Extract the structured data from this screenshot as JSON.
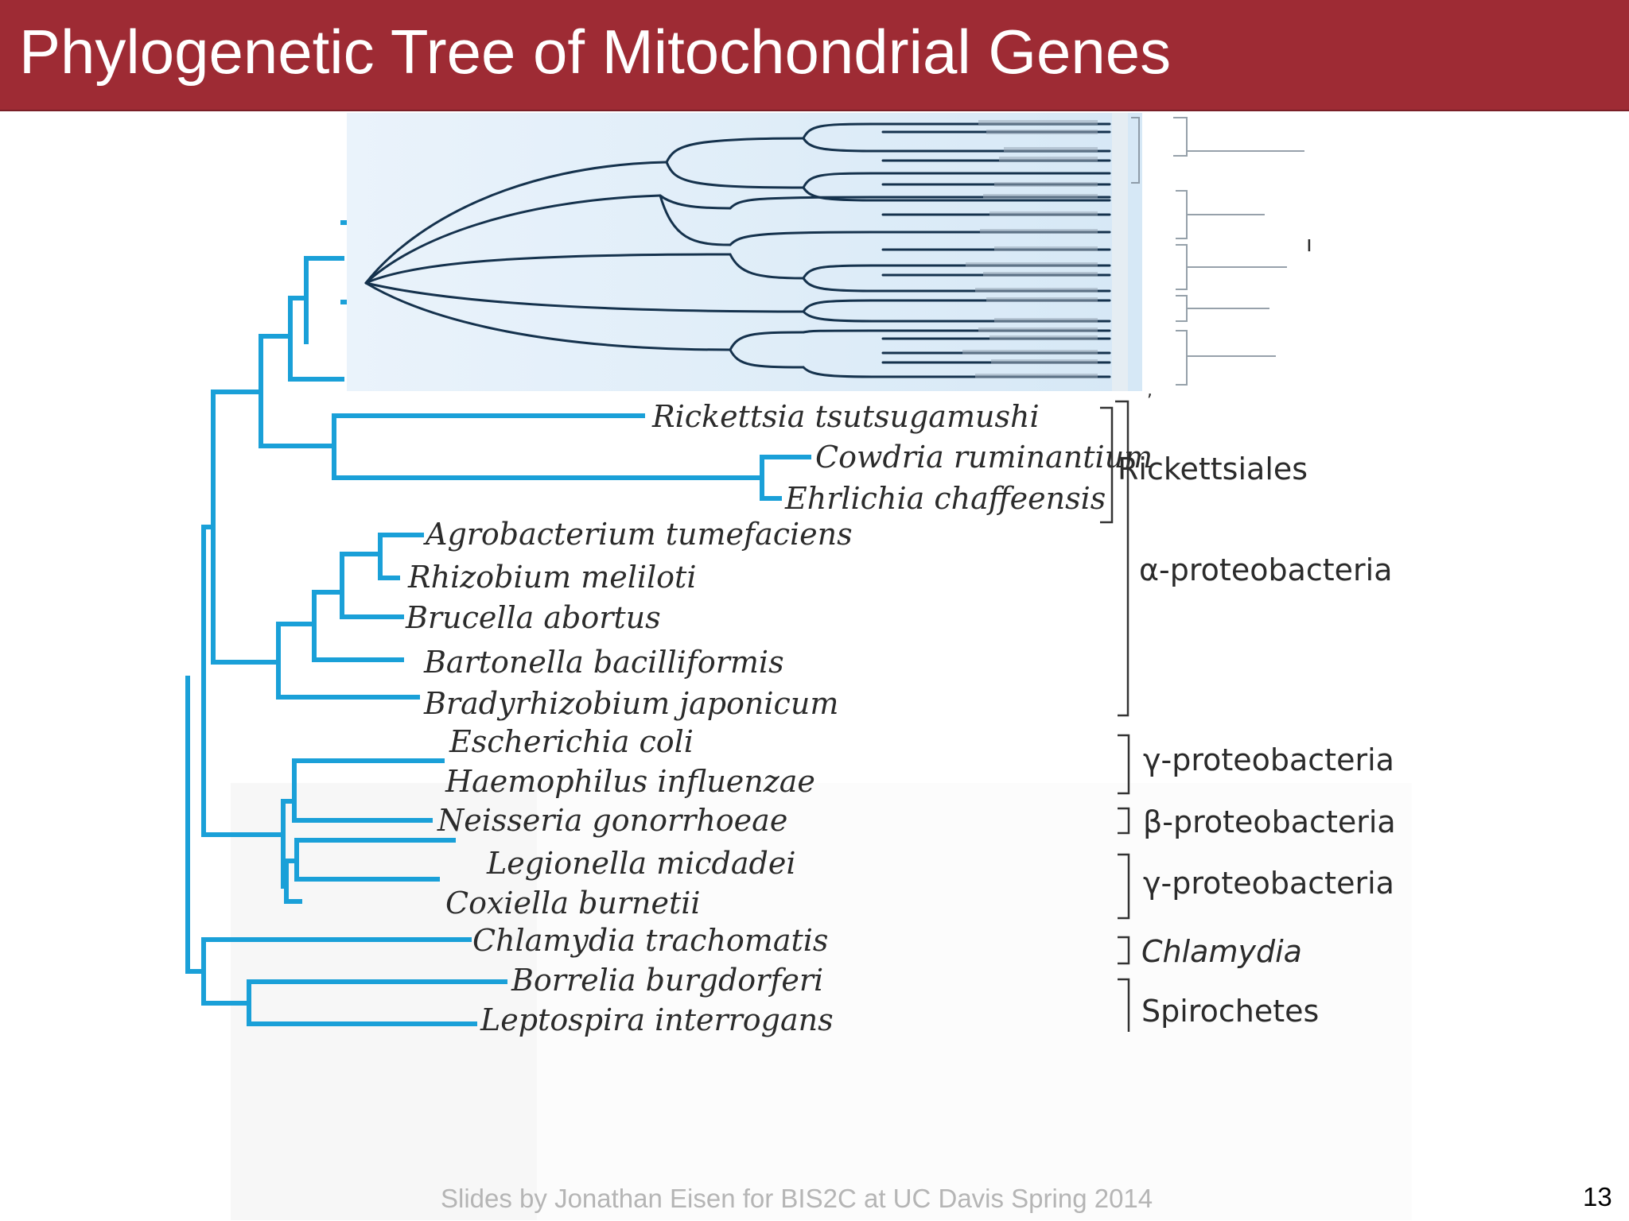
{
  "slide": {
    "title": "Phylogenetic Tree of Mitochondrial Genes",
    "footer": "Slides by Jonathan Eisen for BIS2C at UC Davis Spring 2014",
    "page_number": "13"
  },
  "tree": {
    "branch_color": "#1aa0d8",
    "taxa": [
      "Rickettsia tsutsugamushi",
      "Cowdria ruminantium",
      "Ehrlichia chaffeensis",
      "Agrobacterium tumefaciens",
      "Rhizobium meliloti",
      "Brucella abortus",
      "Bartonella bacilliformis",
      "Bradyrhizobium japonicum",
      "Escherichia coli",
      "Haemophilus influenzae",
      "Neisseria gonorrhoeae",
      "Legionella micdadei",
      "Coxiella burnetii",
      "Chlamydia trachomatis",
      "Borrelia burgdorferi",
      "Leptospira interrogans"
    ],
    "groups": [
      "Rickettsiales",
      "α-proteobacteria",
      "γ-proteobacteria",
      "β-proteobacteria",
      "γ-proteobacteria",
      "Chlamydia",
      "Spirochetes"
    ]
  }
}
